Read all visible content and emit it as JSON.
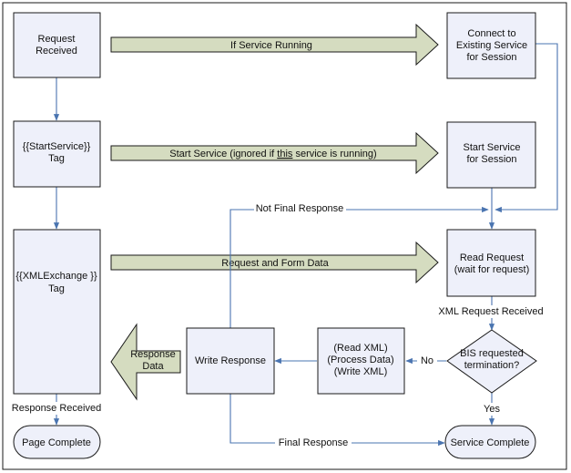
{
  "nodes": {
    "request_received": [
      "Request",
      "Received"
    ],
    "start_service_tag": [
      "{{StartService}}",
      "Tag"
    ],
    "xml_exchange_tag": [
      "{{XMLExchange }}",
      "Tag"
    ],
    "page_complete": "Page Complete",
    "connect_existing": [
      "Connect to",
      "Existing Service",
      "for Session"
    ],
    "start_service_session": [
      "Start Service",
      "for Session"
    ],
    "read_request": [
      "Read Request",
      "(wait for request)"
    ],
    "bis_decision": [
      "BIS requested",
      "termination?"
    ],
    "process_xml": [
      "(Read XML)",
      "(Process Data)",
      "(Write XML)"
    ],
    "write_response": "Write Response",
    "service_complete": "Service Complete"
  },
  "big_arrows": {
    "if_service_running": "If Service Running",
    "start_service_pre": "Start Service (ignored if ",
    "start_service_em": "this",
    "start_service_post": " service is running)",
    "request_form_data": "Request and Form Data",
    "response_data": [
      "Response",
      "Data"
    ]
  },
  "labels": {
    "not_final_response": "Not Final Response",
    "xml_request_received": "XML Request Received",
    "no": "No",
    "yes": "Yes",
    "response_received": "Response Received",
    "final_response": "Final Response"
  },
  "colors": {
    "box_fill": "#eef0fa",
    "connector": "#4a74b0",
    "big_arrow_fill": "#d5dcc0"
  }
}
